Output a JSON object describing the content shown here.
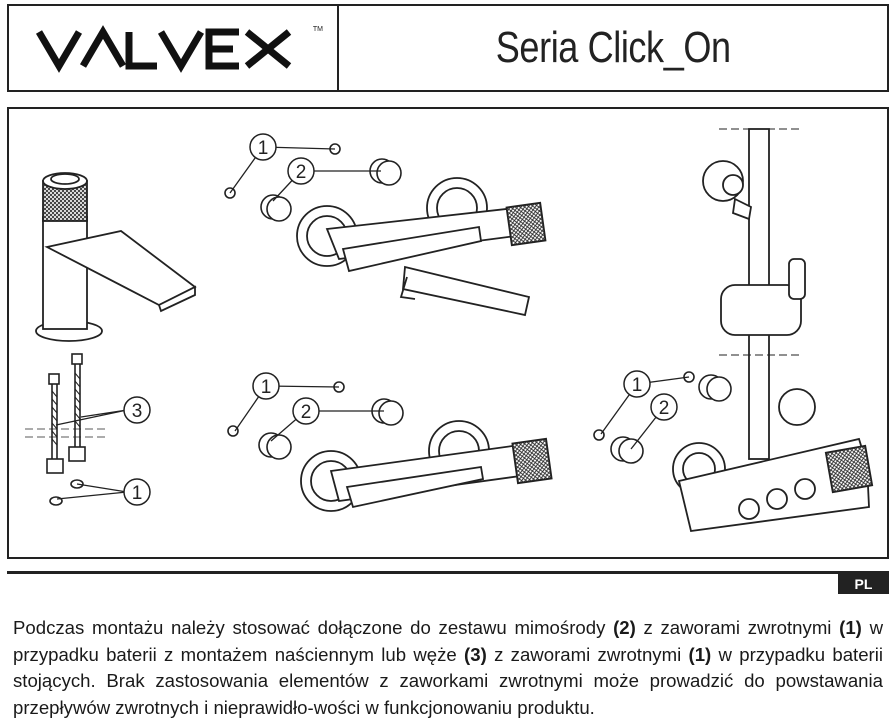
{
  "header": {
    "logo_text": "VALVEX",
    "trademark": "TM",
    "title": "Seria Click_On"
  },
  "figure": {
    "callouts": {
      "faucet_3": "3",
      "faucet_1": "1",
      "wall_top_1": "1",
      "wall_top_2": "2",
      "wall_bottom_1": "1",
      "wall_bottom_2": "2",
      "shower_1": "1",
      "shower_2": "2"
    }
  },
  "lang_badge": "PL",
  "instructions": {
    "p1": "Podczas montażu należy stosować dołączone do zestawu mimośrody ",
    "b1": "(2)",
    "p2": " z zaworami zwrotnymi ",
    "b2": "(1)",
    "p3": " w przypadku baterii z montażem naściennym lub węże ",
    "b3": "(3)",
    "p4": " z zaworami zwrotnymi ",
    "b4": "(1)",
    "p5": " w przypadku baterii stojących. Brak zastosowania elementów z zaworkami  zwrotnymi  może  prowadzić  do powstawania przepływów zwrotnych i nieprawidło-wości w funkcjonowaniu produktu."
  }
}
